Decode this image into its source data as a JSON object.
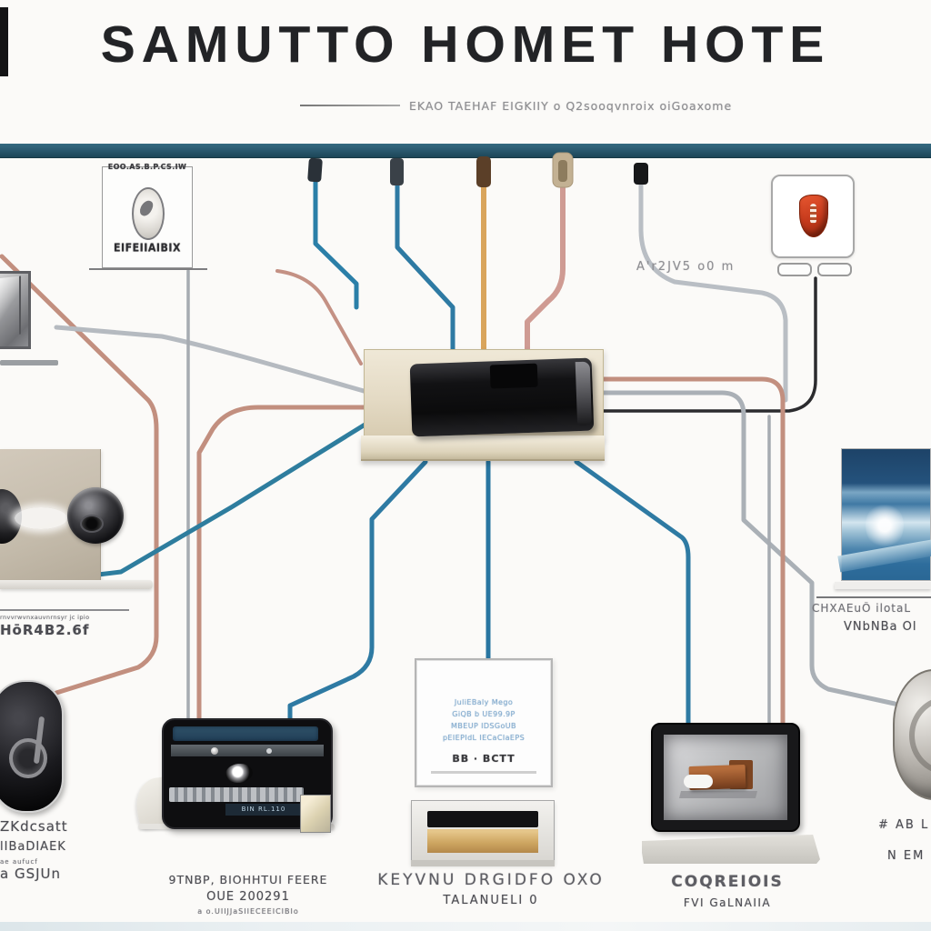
{
  "header": {
    "title": "SAMUTTO HOMET HOTE",
    "subtitle": "EKAO  TAEHAF EIGKIIY o Q2sooqvnroix oiGoaxome"
  },
  "palette": {
    "bar_teal": "#2b5a70",
    "wire_blue": "#2e7aa3",
    "wire_salmon": "#c28f7f",
    "wire_tan": "#d9a55c",
    "wire_pink": "#cf9b93",
    "wire_gray": "#aab0b6",
    "hub_beige": "#e4dac4",
    "shield_red": "#c63a1c",
    "photo_blue": "#2e6fa3"
  },
  "fingerprint_card": {
    "header": "EOO.AS.B.P.CS.IW",
    "footer": "EIFEIIAIBIX"
  },
  "security_card": {
    "note": "A'r2JV5  o0 m"
  },
  "camera_card": {
    "caption_small": "rnvvrwvnxauvnrnsyr jc ipio",
    "caption": "HōR4B2.6f"
  },
  "ocean_photo": {
    "caption_line1": "CHXAEuŌ ilotaL",
    "caption_line2": "VNbNBa Ol"
  },
  "smart_lock": {
    "caption_line1": "ZKdcsatt",
    "caption_line2": "lIBaDIAEK",
    "caption_small": "ae aufucf",
    "caption_line3": "a GSJUn"
  },
  "speaker": {
    "badge": "BIN RL.110",
    "caption_line1": "9TNBP, BIOHHTUI FEERE",
    "caption_line2": "OUE 200291",
    "caption_line3": "a o.UIIJJaSIIECEEICIBIo"
  },
  "panel": {
    "screen_line1": "JuliEBaly Mego",
    "screen_line2": "GiQB b UE99.9P",
    "screen_line3": "MBEUP IDSGoUB",
    "screen_line4": "pEIEPIdL IECaCIaEPS",
    "screen_label": "BB · BCTT",
    "caption_line1": "KEYVNU DRGIDFO OXO",
    "caption_line2": "TALANUELI 0"
  },
  "tablet": {
    "caption_line1": "COQREIOIS",
    "caption_line2": "FVI GaLNAIIA"
  },
  "doorbell": {
    "caption_line1": "# AB L",
    "caption_line2": "N EM"
  }
}
